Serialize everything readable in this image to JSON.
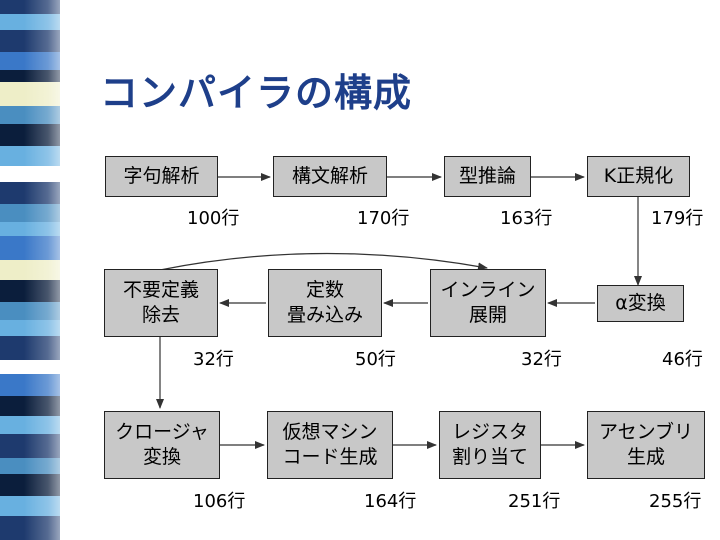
{
  "title": "コンパイラの構成",
  "colors": {
    "title": "#1e3f8a",
    "box_fill": "#c8c8c8",
    "box_border": "#222222",
    "stripes": [
      "#3a78c8",
      "#1e3a6e",
      "#eeeec8",
      "#68b0e0",
      "#ffffff",
      "#0b1e3c",
      "#4a8ec0"
    ]
  },
  "boxes": {
    "b1": {
      "lines": [
        "字句解析"
      ]
    },
    "b2": {
      "lines": [
        "構文解析"
      ]
    },
    "b3": {
      "lines": [
        "型推論"
      ]
    },
    "b4": {
      "lines": [
        "K正規化"
      ]
    },
    "b5": {
      "lines": [
        "不要定義",
        "除去"
      ]
    },
    "b6": {
      "lines": [
        "定数",
        "畳み込み"
      ]
    },
    "b7": {
      "lines": [
        "インライン",
        "展開"
      ]
    },
    "b8": {
      "lines": [
        "α変換"
      ]
    },
    "b9": {
      "lines": [
        "クロージャ",
        "変換"
      ]
    },
    "b10": {
      "lines": [
        "仮想マシン",
        "コード生成"
      ]
    },
    "b11": {
      "lines": [
        "レジスタ",
        "割り当て"
      ]
    },
    "b12": {
      "lines": [
        "アセンブリ",
        "生成"
      ]
    }
  },
  "counts": {
    "c1": "100行",
    "c2": "170行",
    "c3": "163行",
    "c4": "179行",
    "c5": "32行",
    "c6": "50行",
    "c7": "32行",
    "c8": "46行",
    "c9": "106行",
    "c10": "164行",
    "c11": "251行",
    "c12": "255行"
  }
}
